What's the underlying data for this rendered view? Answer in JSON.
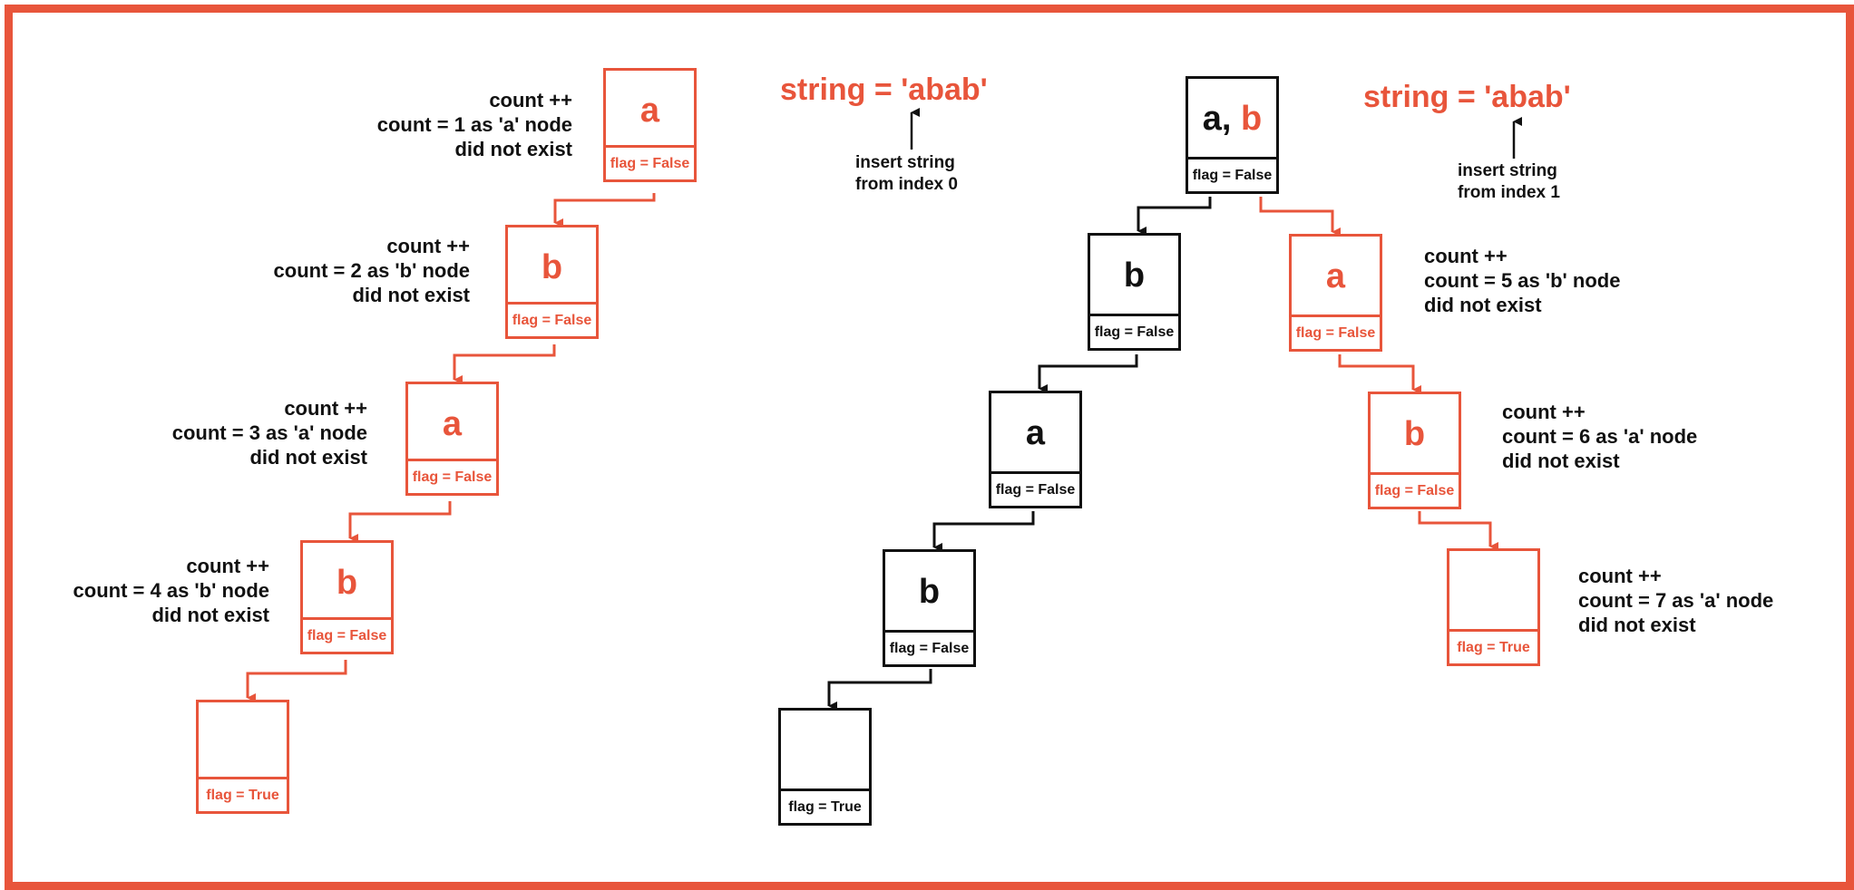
{
  "left_tree": {
    "title": "string = 'abab'",
    "hint": [
      "insert string",
      "from index 0"
    ],
    "nodes": [
      {
        "char": "a",
        "flag": "flag = False",
        "note": [
          "count ++",
          "count = 1 as 'a' node",
          "did not exist"
        ]
      },
      {
        "char": "b",
        "flag": "flag = False",
        "note": [
          "count ++",
          "count = 2 as 'b' node",
          "did not exist"
        ]
      },
      {
        "char": "a",
        "flag": "flag = False",
        "note": [
          "count ++",
          "count = 3 as 'a' node",
          "did not exist"
        ]
      },
      {
        "char": "b",
        "flag": "flag = False",
        "note": [
          "count ++",
          "count = 4 as 'b' node",
          "did not exist"
        ]
      },
      {
        "char": "",
        "flag": "flag = True"
      }
    ]
  },
  "right_tree": {
    "title": "string = 'abab'",
    "hint": [
      "insert string",
      "from index 1"
    ],
    "root": {
      "chars_black": "a",
      "separator": ",",
      "chars_red": "b",
      "flag": "flag = False"
    },
    "black_chain": [
      {
        "char": "b",
        "flag": "flag = False"
      },
      {
        "char": "a",
        "flag": "flag = False"
      },
      {
        "char": "b",
        "flag": "flag = False"
      },
      {
        "char": "",
        "flag": "flag = True"
      }
    ],
    "red_chain": [
      {
        "char": "a",
        "flag": "flag = False",
        "note": [
          "count ++",
          "count = 5 as 'b' node",
          "did not exist"
        ]
      },
      {
        "char": "b",
        "flag": "flag = False",
        "note": [
          "count ++",
          "count = 6 as 'a' node",
          "did not exist"
        ]
      },
      {
        "char": "",
        "flag": "flag = True",
        "note": [
          "count ++",
          "count = 7 as 'a' node",
          "did not exist"
        ]
      }
    ]
  },
  "colors": {
    "accent": "#e8553b",
    "ink": "#111111",
    "background": "#ffffff"
  }
}
